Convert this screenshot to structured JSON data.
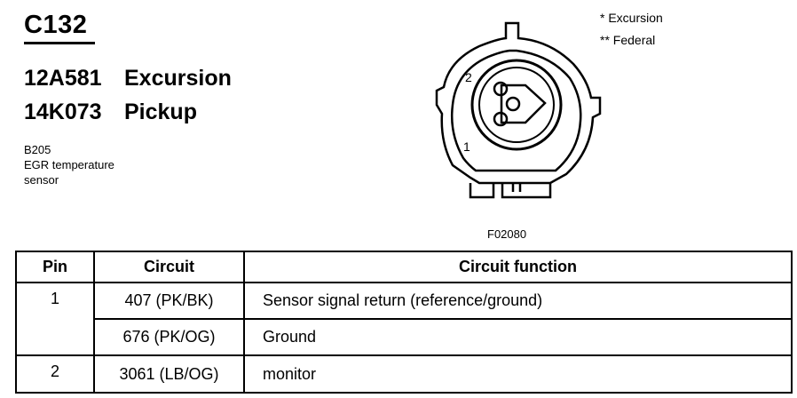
{
  "header": {
    "connector_id": "C132",
    "parts": [
      {
        "number": "12A581",
        "application": "Excursion"
      },
      {
        "number": "14K073",
        "application": "Pickup"
      }
    ],
    "component": {
      "ref": "B205",
      "name_line1": "EGR temperature",
      "name_line2": "sensor"
    }
  },
  "legend": [
    {
      "marker": "*",
      "text": "Excursion"
    },
    {
      "marker": "**",
      "text": "Federal"
    }
  ],
  "figure": {
    "pin_labels": [
      "2",
      "1"
    ],
    "ref": "F02080"
  },
  "table": {
    "headers": {
      "pin": "Pin",
      "circuit": "Circuit",
      "function": "Circuit function"
    },
    "rows": [
      {
        "pin": "1",
        "circuit": "407 (PK/BK)",
        "function": "Sensor signal return (reference/ground)"
      },
      {
        "pin": "",
        "circuit": "676 (PK/OG)",
        "function": "Ground"
      },
      {
        "pin": "2",
        "circuit": "3061 (LB/OG)",
        "function": "monitor"
      }
    ]
  }
}
